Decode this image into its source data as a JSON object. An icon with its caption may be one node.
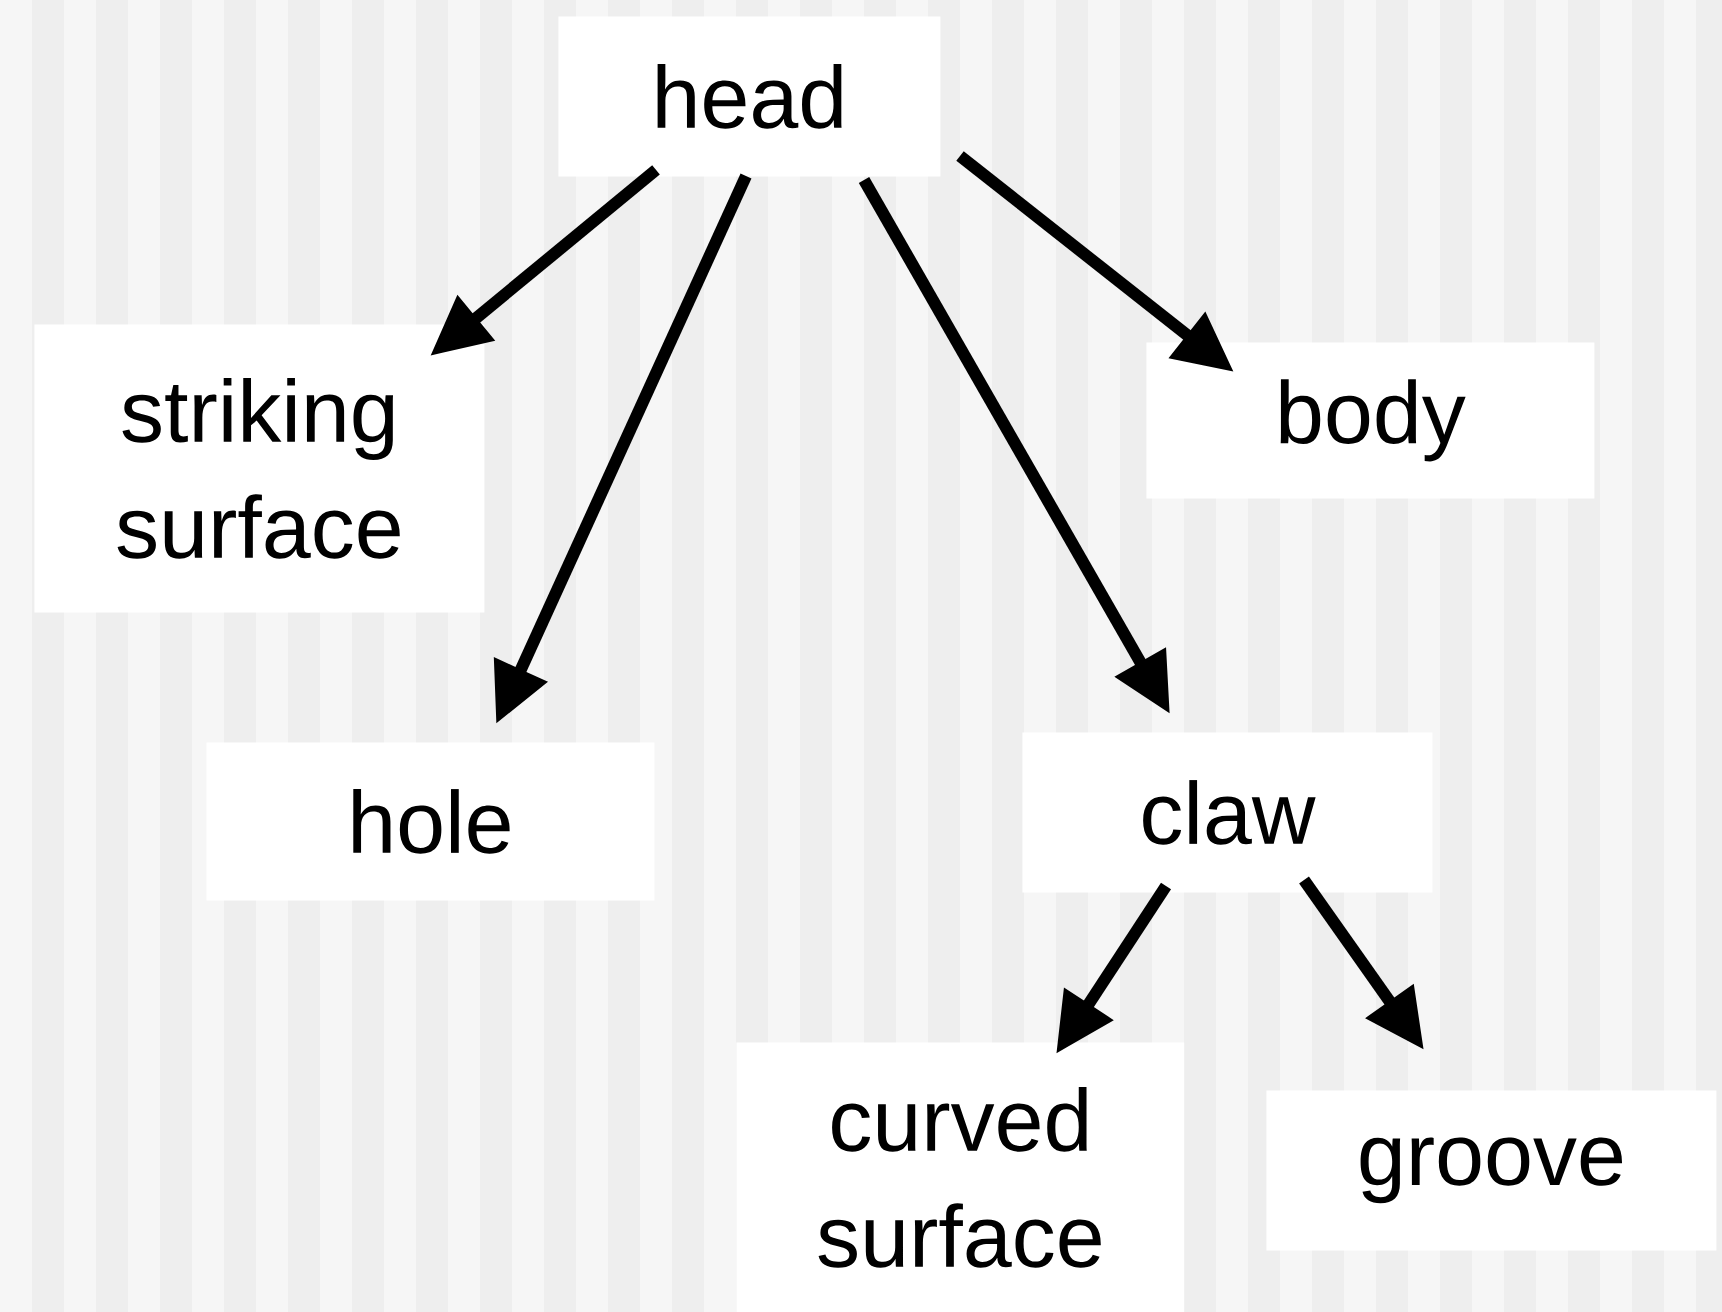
{
  "diagram": {
    "nodes": [
      {
        "text": [
          "head"
        ]
      },
      {
        "text": [
          "striking surface"
        ]
      },
      {
        "text": [
          "body"
        ]
      },
      {
        "text": [
          "hole"
        ]
      },
      {
        "text": [
          "claw"
        ]
      },
      {
        "text": [
          "curved surface"
        ]
      },
      {
        "text": [
          "groove"
        ]
      }
    ],
    "edges": [
      {
        "from": 0,
        "to": 1,
        "arrow": "to"
      },
      {
        "from": 0,
        "to": 3,
        "arrow": "to"
      },
      {
        "from": 0,
        "to": 4,
        "arrow": "to"
      },
      {
        "from": 0,
        "to": 2,
        "arrow": "to"
      },
      {
        "from": 4,
        "to": 5,
        "arrow": "to"
      },
      {
        "from": 4,
        "to": 6,
        "arrow": "to"
      }
    ]
  }
}
